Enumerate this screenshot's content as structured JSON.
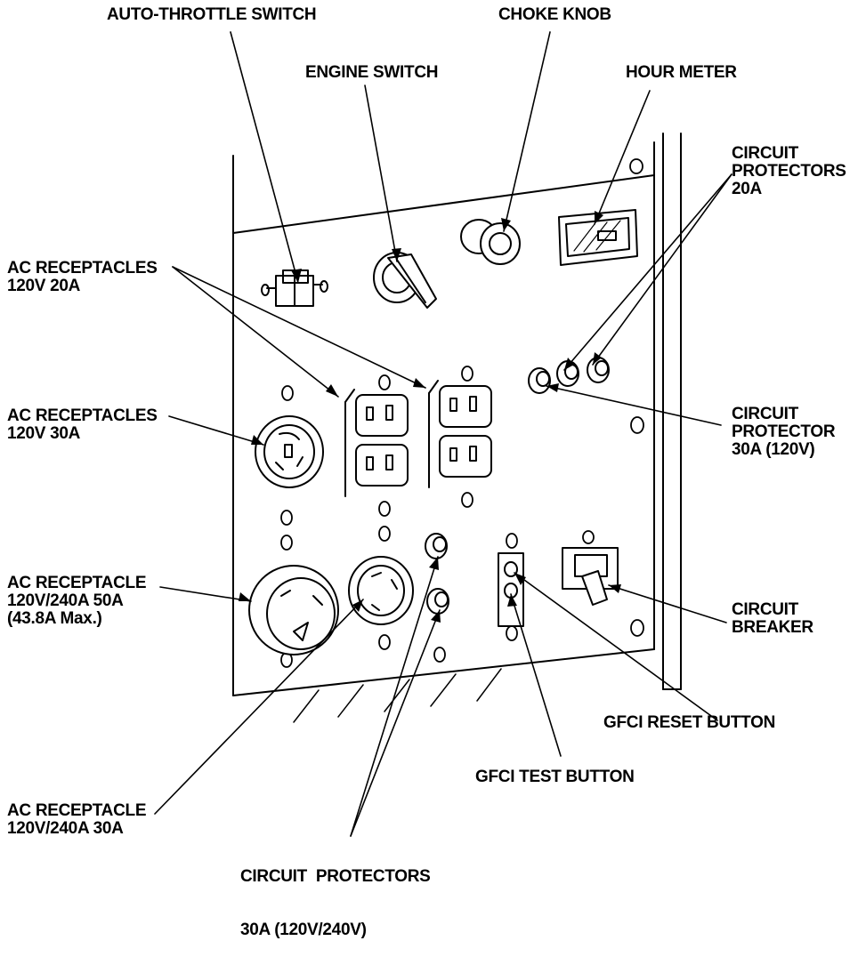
{
  "labels": {
    "auto_throttle": "AUTO-THROTTLE SWITCH",
    "choke": "CHOKE KNOB",
    "engine": "ENGINE SWITCH",
    "hour_meter": "HOUR METER",
    "circuit_protectors_20a": [
      "CIRCUIT",
      "PROTECTORS",
      "20A"
    ],
    "ac_120v_20a": [
      "AC RECEPTACLES",
      "120V 20A"
    ],
    "ac_120v_30a": [
      "AC RECEPTACLES",
      "120V 30A"
    ],
    "circuit_protector_30a_120v": [
      "CIRCUIT",
      "PROTECTOR",
      "30A (120V)"
    ],
    "ac_50a": [
      "AC RECEPTACLE",
      "120V/240A 50A",
      "(43.8A Max.)"
    ],
    "circuit_breaker": [
      "CIRCUIT",
      "BREAKER"
    ],
    "gfci_reset": "GFCI RESET BUTTON",
    "gfci_test": "GFCI TEST BUTTON",
    "ac_30a_240": [
      "AC RECEPTACLE",
      "120V/240A 30A"
    ],
    "circuit_protectors_240": [
      "CIRCUIT  PROTECTORS",
      "30A (120V/240V)"
    ]
  },
  "colors": {
    "ink": "#000000",
    "paper": "#ffffff",
    "shade": "#cfcfcf"
  }
}
